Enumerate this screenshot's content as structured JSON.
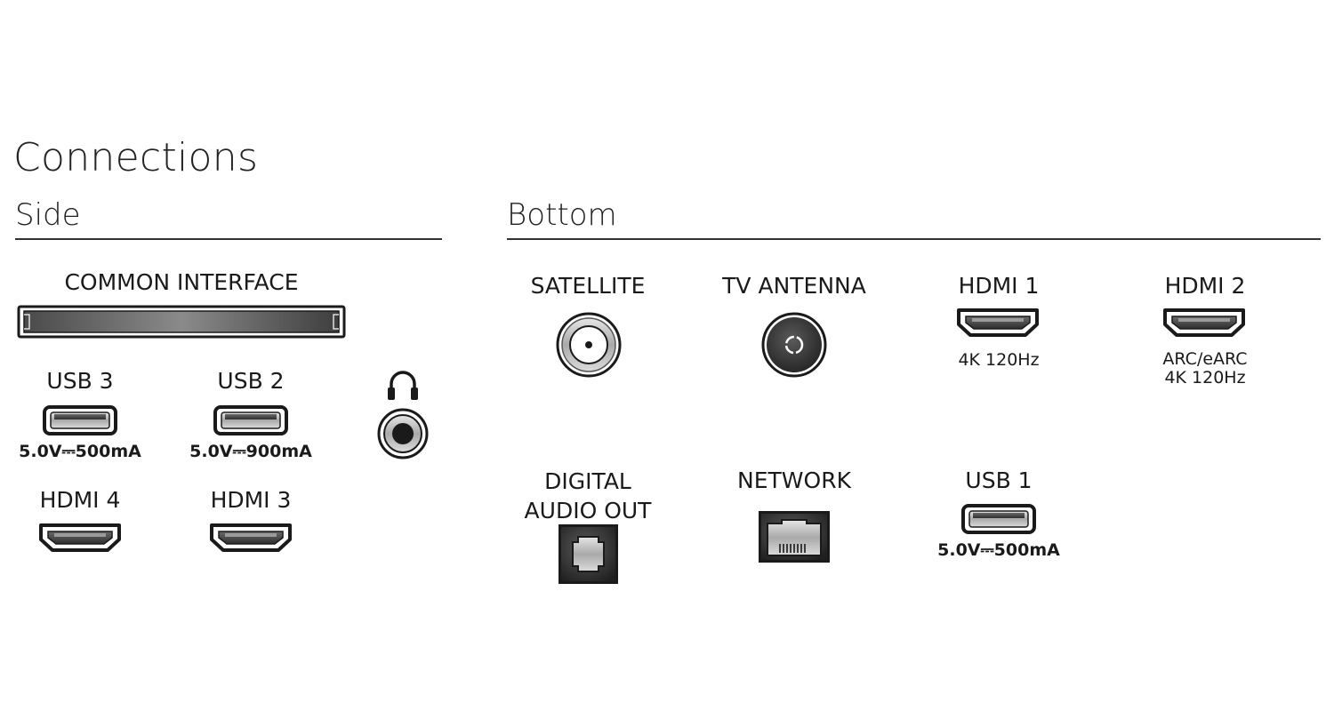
{
  "title": "Connections",
  "sections": {
    "side": "Side",
    "bottom": "Bottom"
  },
  "side": {
    "common_interface": "COMMON INTERFACE",
    "usb3": {
      "label": "USB 3",
      "spec": "5.0V⎓500mA"
    },
    "usb2": {
      "label": "USB 2",
      "spec": "5.0V⎓900mA"
    },
    "hdmi4": {
      "label": "HDMI 4"
    },
    "hdmi3": {
      "label": "HDMI 3"
    }
  },
  "bottom": {
    "satellite": {
      "label": "SATELLITE"
    },
    "tv_antenna": {
      "label": "TV ANTENNA"
    },
    "hdmi1": {
      "label": "HDMI 1",
      "spec": "4K 120Hz"
    },
    "hdmi2": {
      "label": "HDMI 2",
      "spec_lines": [
        "ARC/eARC",
        "4K 120Hz"
      ]
    },
    "digital_audio_out": {
      "label_lines": [
        "DIGITAL",
        "AUDIO OUT"
      ]
    },
    "network": {
      "label": "NETWORK"
    },
    "usb1": {
      "label": "USB 1",
      "spec": "5.0V⎓500mA"
    }
  },
  "icons": {
    "headphone": "headphone-icon",
    "coax": "coax-port-icon",
    "hdmi": "hdmi-port-icon",
    "usb": "usb-port-icon",
    "ethernet": "ethernet-port-icon",
    "optical": "optical-port-icon",
    "ci_slot": "ci-slot-icon"
  },
  "colors": {
    "port_outline": "#1a1a1a",
    "port_face": "#bdbdbd",
    "port_dark": "#3a3a3a"
  }
}
